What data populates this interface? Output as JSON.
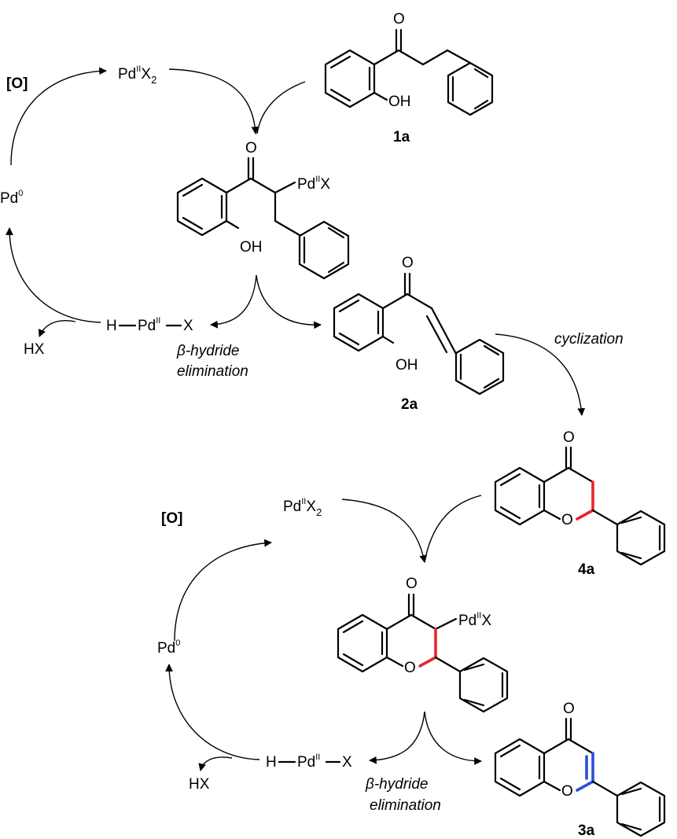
{
  "colors": {
    "ink": "#000000",
    "new_bond": "#e8262b",
    "new_double_bond": "#2d4fd6",
    "background": "#ffffff"
  },
  "oxidant": "[O]",
  "pd_salt": {
    "metal": "Pd",
    "ox_state": "II",
    "ligand": "X",
    "count": "2"
  },
  "pd_zero": {
    "metal": "Pd",
    "ox_state": "0"
  },
  "pd_alkyl": {
    "metal": "Pd",
    "ox_state": "II",
    "ligand": "X"
  },
  "hydride": {
    "h": "H",
    "metal": "Pd",
    "ox_state": "II",
    "ligand": "X"
  },
  "acid": "HX",
  "step_beta": {
    "greek": "β",
    "line1": "-hydride",
    "line2": "elimination"
  },
  "step_cyclization": "cyclization",
  "atoms": {
    "carbonyl_o": "O",
    "ring_o": "O",
    "hydroxyl": "OH"
  },
  "compounds": {
    "c1": "1a",
    "c2": "2a",
    "c3": "3a",
    "c4": "4a"
  }
}
